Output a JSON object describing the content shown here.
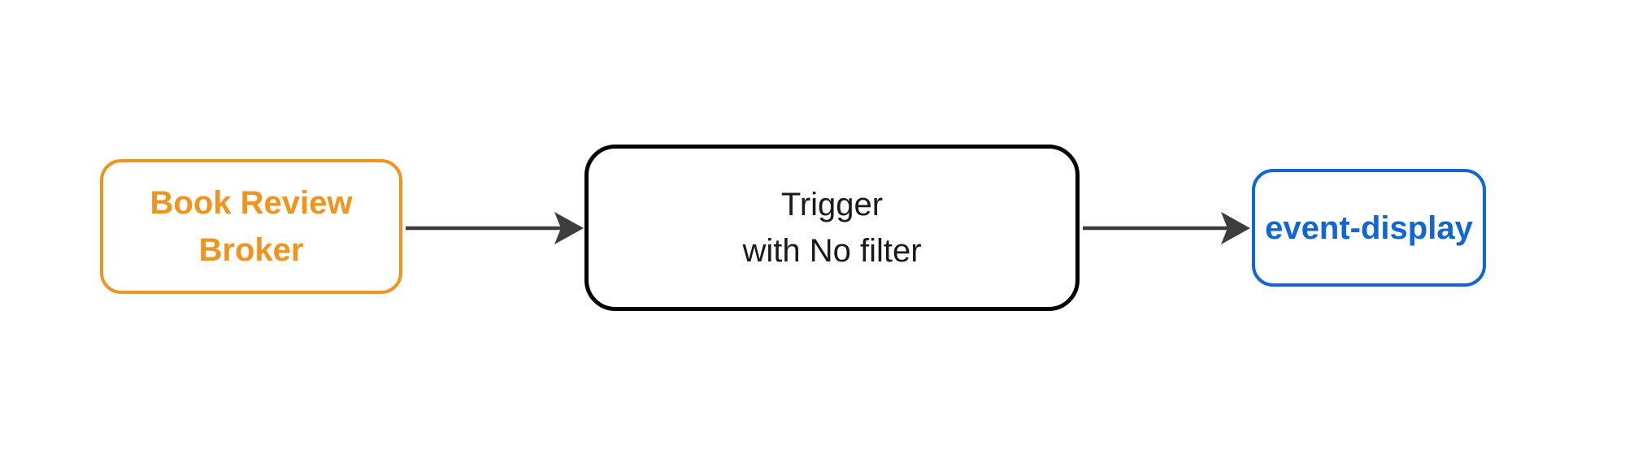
{
  "diagram": {
    "type": "flowchart",
    "direction": "left-to-right",
    "colors": {
      "background": "#FFFFFF",
      "orange": "#F0941E",
      "blue": "#1266D3",
      "black": "#000000",
      "text_dark": "#1A1A1A",
      "arrow": "#3D3D3D"
    },
    "nodes": [
      {
        "id": "book-review-broker",
        "label_line1": "Book Review",
        "label_line2": "Broker",
        "accent": "orange"
      },
      {
        "id": "trigger",
        "label_line1": "Trigger",
        "label_line2": "with No filter",
        "accent": "black"
      },
      {
        "id": "event-display",
        "label_line1": "event-display",
        "accent": "blue"
      }
    ],
    "edges": [
      {
        "from": "book-review-broker",
        "to": "trigger"
      },
      {
        "from": "trigger",
        "to": "event-display"
      }
    ]
  }
}
